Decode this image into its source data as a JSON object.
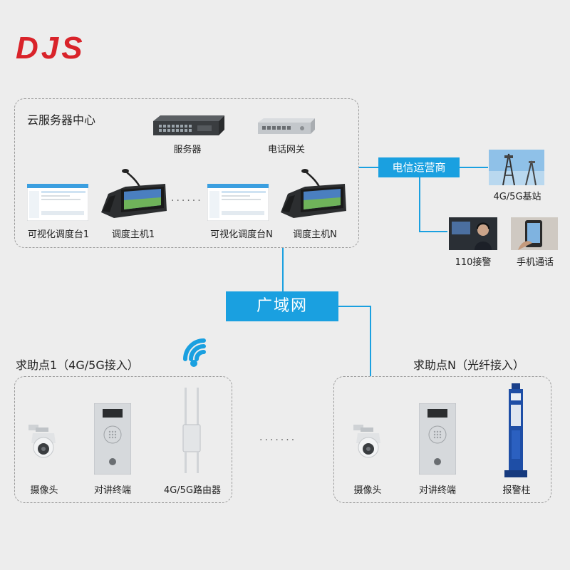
{
  "brand": {
    "logo_text": "DJS",
    "logo_color": "#d9232a"
  },
  "colors": {
    "accent": "#1aa0e0",
    "box_border": "#9a9a9a",
    "background": "#ededed"
  },
  "cloud_center": {
    "title": "云服务器中心",
    "server": "服务器",
    "gateway": "电话网关",
    "console1": "可视化调度台1",
    "host1": "调度主机1",
    "consoleN": "可视化调度台N",
    "hostN": "调度主机N",
    "ellipsis": "······"
  },
  "carrier": {
    "label": "电信运营商",
    "base_station": "4G/5G基站",
    "police": "110接警",
    "mobile": "手机通话"
  },
  "wan": {
    "label": "广域网"
  },
  "help_point_1": {
    "title": "求助点1（4G/5G接入）",
    "camera": "摄像头",
    "intercom": "对讲终端",
    "router": "4G/5G路由器"
  },
  "help_point_n": {
    "title": "求助点N（光纤接入）",
    "camera": "摄像头",
    "intercom": "对讲终端",
    "pillar": "报警柱"
  },
  "between_points_ellipsis": "·······",
  "icons": [
    "wifi-icon",
    "server-icon",
    "gateway-icon",
    "console-screen-icon",
    "desk-phone-icon",
    "cell-tower-icon",
    "call-center-icon",
    "smartphone-icon",
    "dome-camera-icon",
    "intercom-panel-icon",
    "router-icon",
    "alarm-pillar-icon"
  ]
}
